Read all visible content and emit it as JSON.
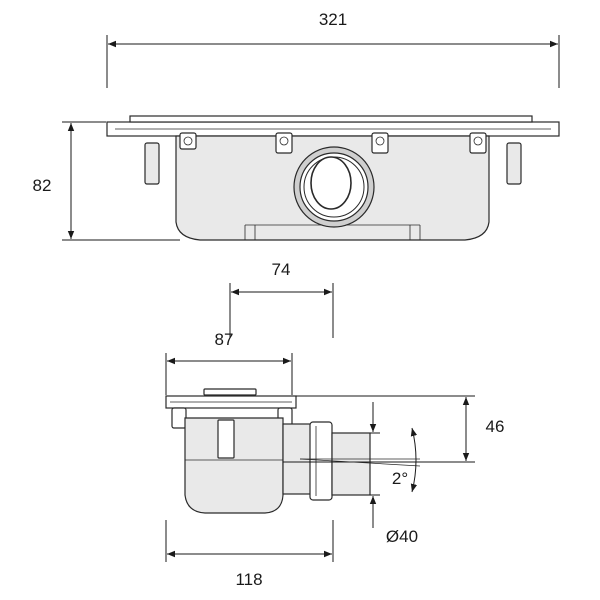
{
  "dimensions": {
    "top_width": "321",
    "top_height": "82",
    "side_74": "74",
    "side_87": "87",
    "side_46": "46",
    "side_angle": "2°",
    "side_diameter": "Ø40",
    "side_118": "118"
  }
}
